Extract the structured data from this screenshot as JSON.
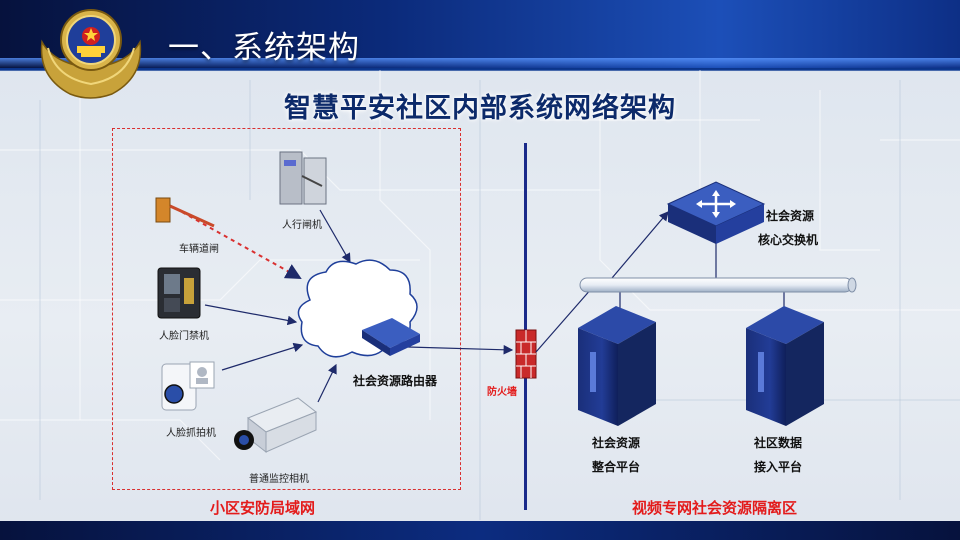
{
  "header": {
    "slide_title": "一、系统架构"
  },
  "diagram": {
    "title": "智慧平安社区内部系统网络架构",
    "lan_zone_label": "小区安防局域网",
    "video_zone_label": "视频专网社会资源隔离区",
    "nodes": {
      "turnstile": "人行闸机",
      "car_barrier": "车辆道闸",
      "face_access": "人脸门禁机",
      "face_capture": "人脸抓拍机",
      "camera": "普通监控相机",
      "router": "社会资源路由器",
      "firewall": "防火墙",
      "core_switch_line1": "社会资源",
      "core_switch_line2": "核心交换机",
      "server1_line1": "社会资源",
      "server1_line2": "整合平台",
      "server2_line1": "社区数据",
      "server2_line2": "接入平台"
    }
  },
  "colors": {
    "zone_red": "#e31b1b",
    "title_navy": "#0c2a6a",
    "divider": "#1a2a8a"
  }
}
